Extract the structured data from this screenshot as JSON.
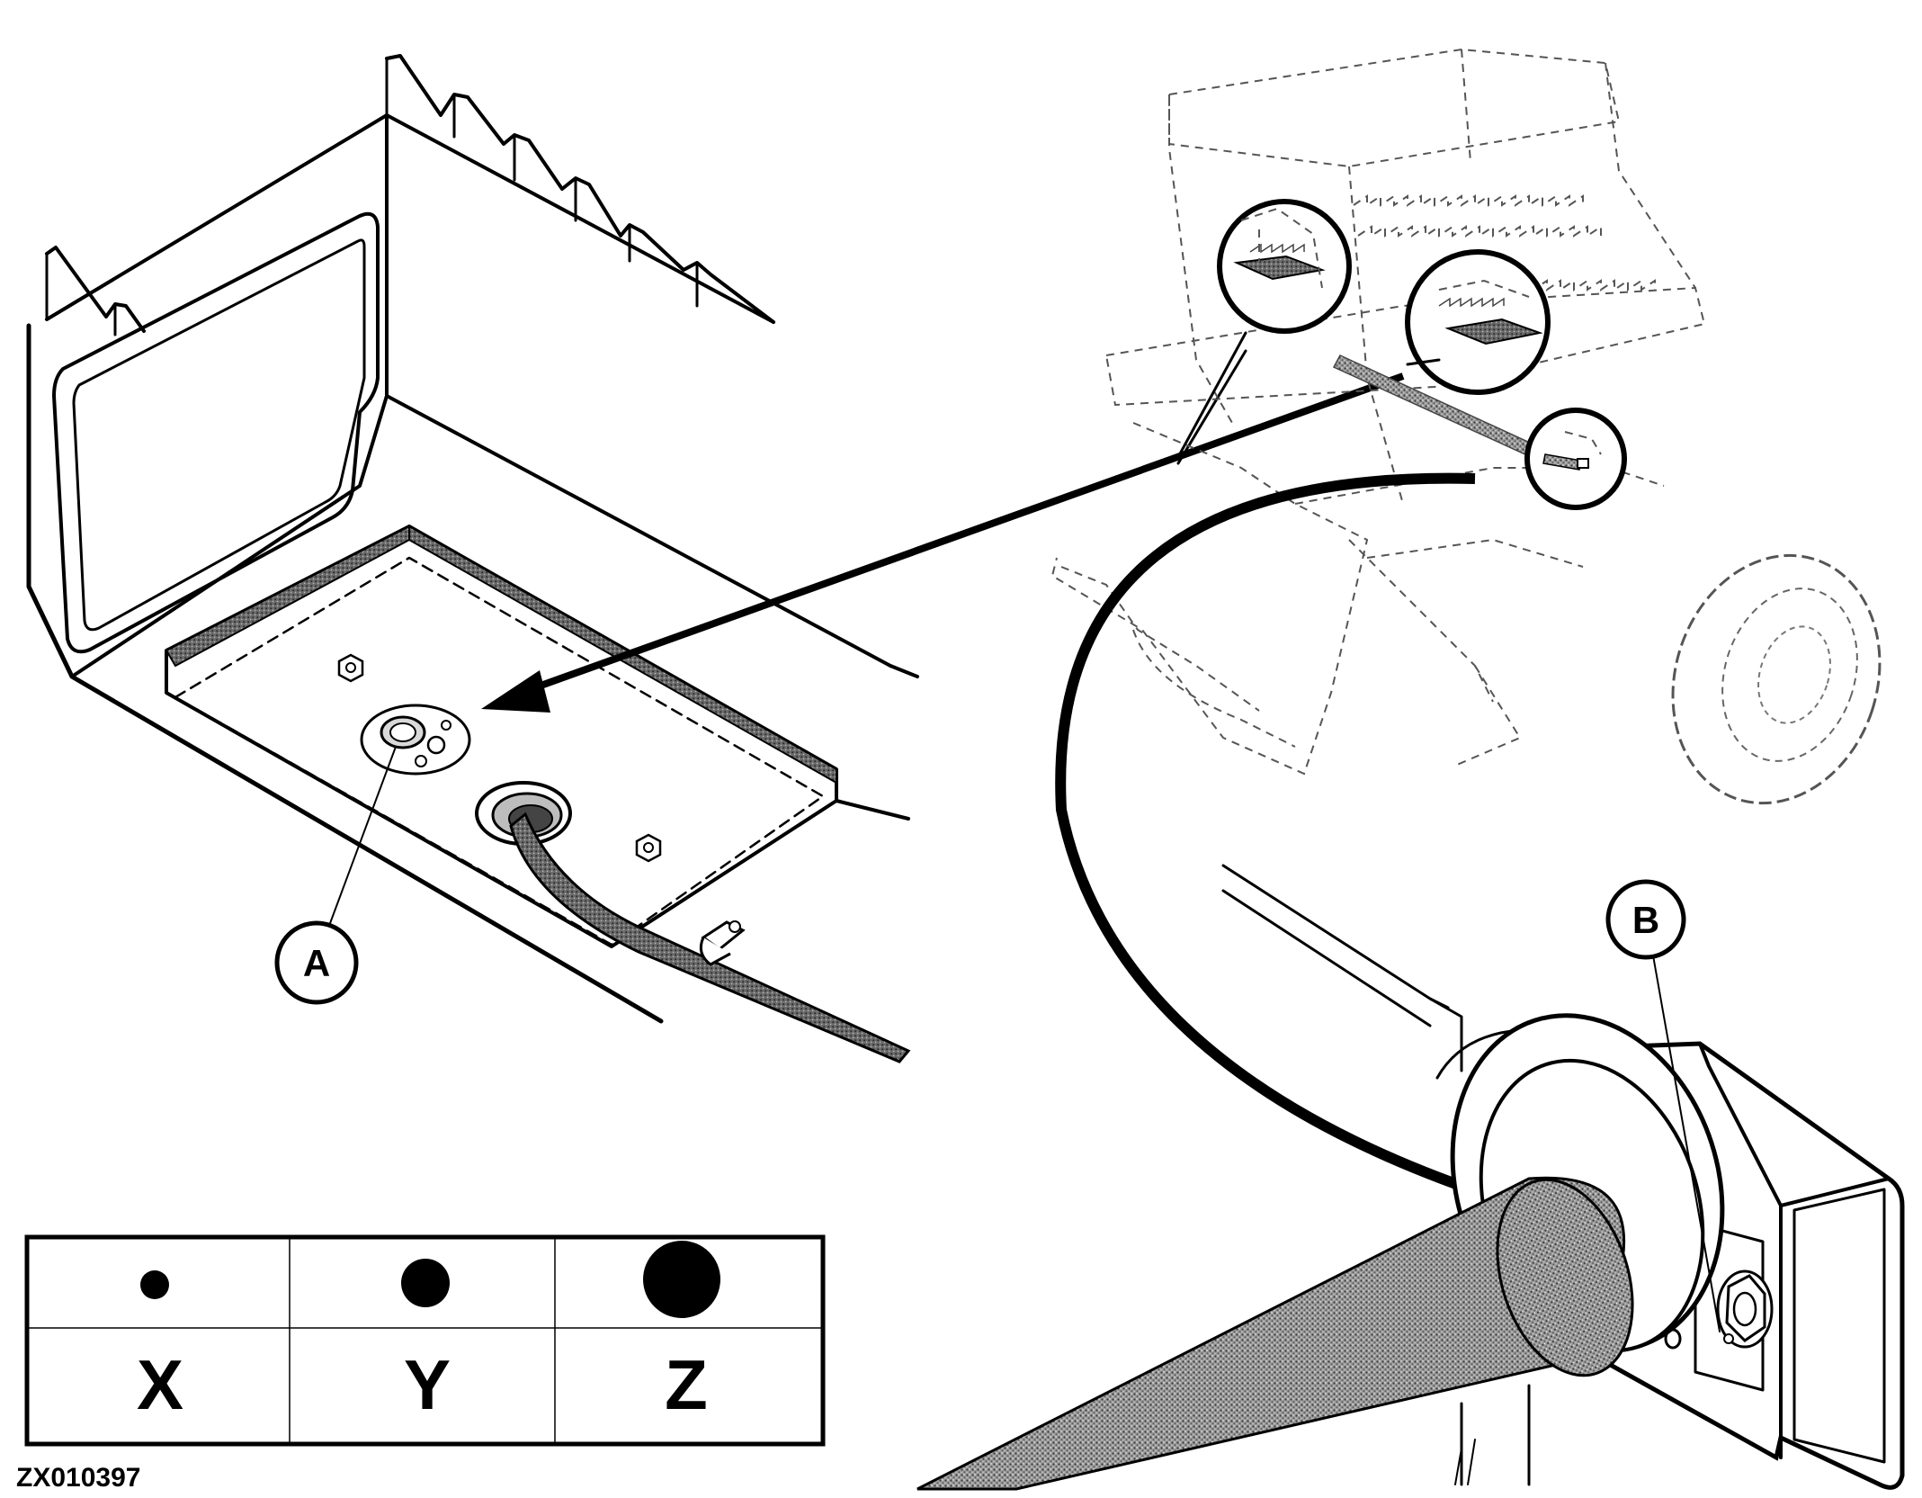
{
  "figure": {
    "code": "ZX010397",
    "callouts": {
      "a": "A",
      "b": "B"
    },
    "size_table": {
      "labels": [
        "X",
        "Y",
        "Z"
      ],
      "dot_sizes": [
        "small",
        "medium",
        "large"
      ]
    },
    "colors": {
      "ink": "#000000",
      "ghost": "#555555",
      "hatch": "#7a7a7a",
      "background": "#ffffff"
    },
    "icons": [
      "hex-bolt-icon",
      "drain-plug-icon",
      "arrow-icon",
      "dot-icon"
    ]
  }
}
